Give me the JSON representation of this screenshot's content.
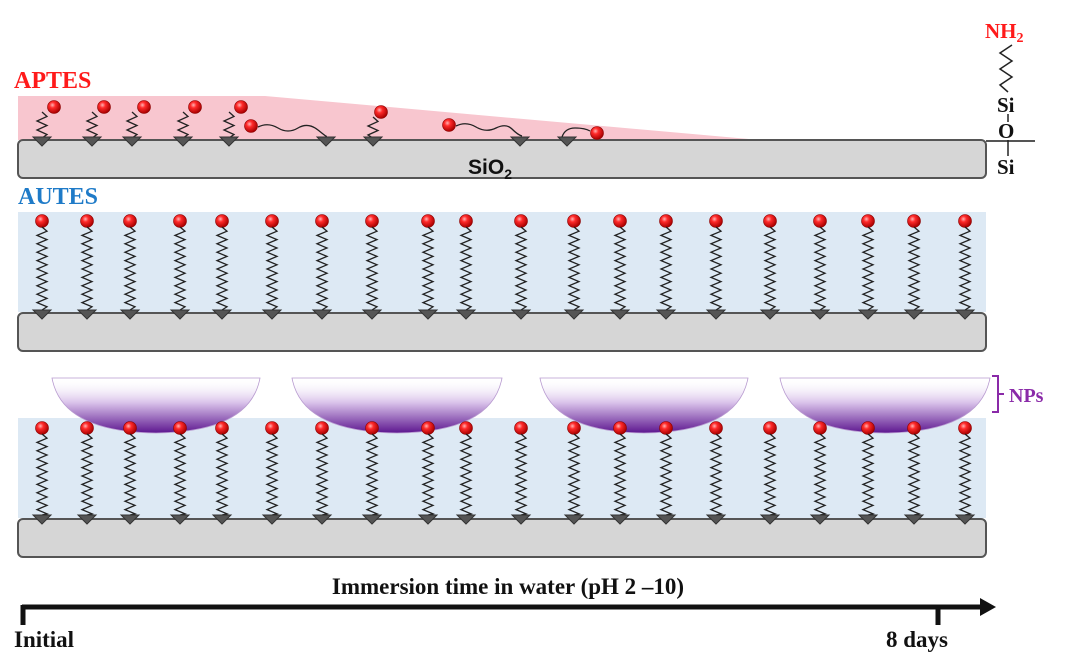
{
  "labels": {
    "aptes": "APTES",
    "autes": "AUTES",
    "substrate_main": "SiO",
    "substrate_sub": "2",
    "nps": "NPs",
    "timeline_title": "Immersion time in water (pH 2 –10)",
    "initial": "Initial",
    "final": "8 days"
  },
  "structure": {
    "nh2_main": "NH",
    "nh2_sub": "2",
    "si_top": "Si",
    "oxygen": "O",
    "si_bottom": "Si"
  },
  "colors": {
    "aptes_label": "#ff1a1a",
    "autes_label": "#1f7bc8",
    "nps_label": "#8a2aa8",
    "nh2_label": "#ff1a1a",
    "aptes_layer": "#f8c6cf",
    "autes_layer": "#dde9f4",
    "substrate": "#d6d6d6",
    "headgroup": "#e00000",
    "anchor": "#555555",
    "np_purple": "#6a1f9a"
  },
  "counts": {
    "autes_chains": 20,
    "np_domes": 4
  }
}
